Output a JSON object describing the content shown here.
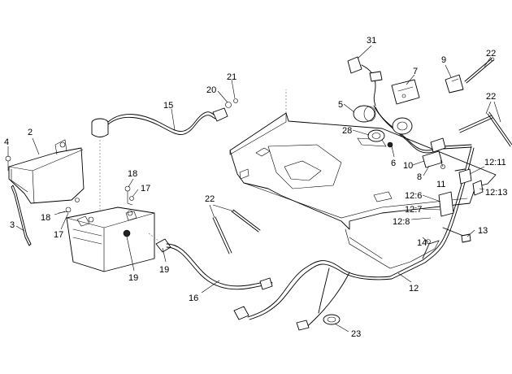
{
  "figure": {
    "callouts": [
      {
        "id": "c2",
        "label": "2"
      },
      {
        "id": "c3",
        "label": "3"
      },
      {
        "id": "c4",
        "label": "4"
      },
      {
        "id": "c5",
        "label": "5"
      },
      {
        "id": "c6",
        "label": "6"
      },
      {
        "id": "c7",
        "label": "7"
      },
      {
        "id": "c8",
        "label": "8"
      },
      {
        "id": "c9",
        "label": "9"
      },
      {
        "id": "c10",
        "label": "10"
      },
      {
        "id": "c11",
        "label": "11"
      },
      {
        "id": "c12",
        "label": "12"
      },
      {
        "id": "c12_6",
        "label": "12:6"
      },
      {
        "id": "c12_7",
        "label": "12:7"
      },
      {
        "id": "c12_8",
        "label": "12:8"
      },
      {
        "id": "c12_11",
        "label": "12:11"
      },
      {
        "id": "c12_13",
        "label": "12:13"
      },
      {
        "id": "c13",
        "label": "13"
      },
      {
        "id": "c14",
        "label": "14"
      },
      {
        "id": "c15",
        "label": "15"
      },
      {
        "id": "c16",
        "label": "16"
      },
      {
        "id": "c17a",
        "label": "17"
      },
      {
        "id": "c17b",
        "label": "17"
      },
      {
        "id": "c18a",
        "label": "18"
      },
      {
        "id": "c18b",
        "label": "18"
      },
      {
        "id": "c19a",
        "label": "19"
      },
      {
        "id": "c19b",
        "label": "19"
      },
      {
        "id": "c20",
        "label": "20"
      },
      {
        "id": "c21",
        "label": "21"
      },
      {
        "id": "c22a",
        "label": "22"
      },
      {
        "id": "c22b",
        "label": "22"
      },
      {
        "id": "c22c",
        "label": "22"
      },
      {
        "id": "c23",
        "label": "23"
      },
      {
        "id": "c28",
        "label": "28"
      },
      {
        "id": "c31",
        "label": "31"
      }
    ]
  }
}
